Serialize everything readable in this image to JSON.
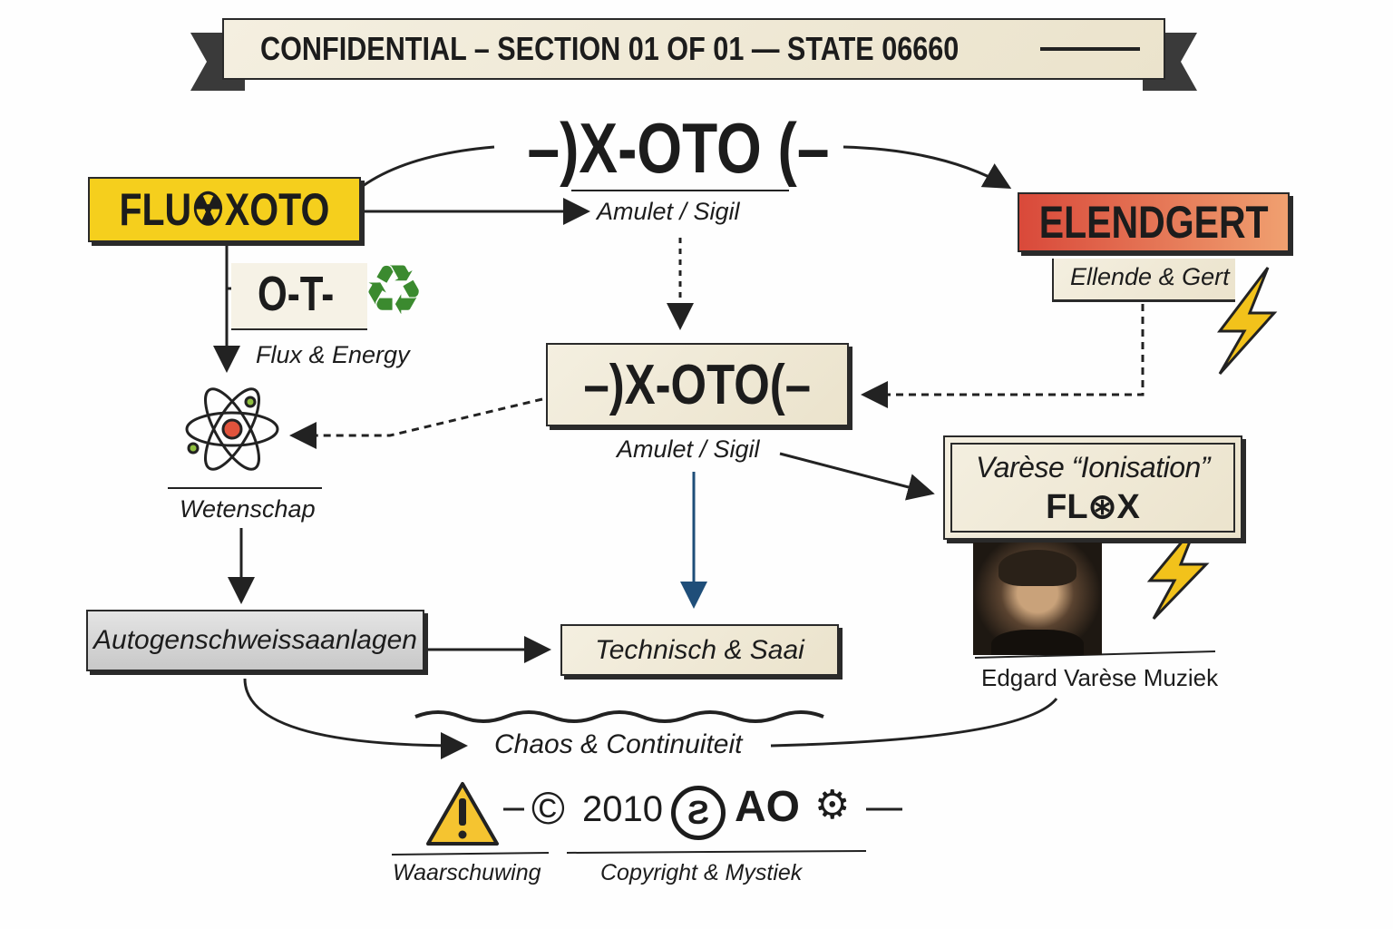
{
  "banner": {
    "text": "CONFIDENTIAL – SECTION 01 OF 01 — STATE 06660"
  },
  "top_title": {
    "text": "–)X-OTO (–",
    "caption": "Amulet / Sigil"
  },
  "fluxoto": {
    "prefix": "FLU",
    "suffix": "XOTO",
    "icon": "radiation-icon",
    "color": "#f5cf1d"
  },
  "elendgert": {
    "title": "ELENDGERT",
    "caption": "Ellende & Gert",
    "color": "#d9493a"
  },
  "ot": {
    "text": "O-T-",
    "icon": "recycle-icon",
    "caption": "Flux & Energy"
  },
  "center": {
    "title": "–)X-OTO(–",
    "caption": "Amulet / Sigil"
  },
  "science": {
    "icon": "atom-icon",
    "caption": "Wetenschap"
  },
  "autogen": {
    "label": "Autogenschweissaanlagen"
  },
  "technisch": {
    "label": "Technisch & Saai"
  },
  "varese": {
    "title": "Varèse “Ionisation”",
    "flox_prefix": "FL",
    "flox_suffix": "X",
    "caption": "Edgard Varèse Muziek"
  },
  "chaos": {
    "label": "Chaos & Continuiteit"
  },
  "footer": {
    "warning_label": "Waarschuwing",
    "copyright_symbol": "©",
    "year": "2010",
    "ao": "AO",
    "copyright_label": "Copyright & Mystiek"
  },
  "colors": {
    "arrow": "#222222",
    "blue_arrow": "#1f4e79",
    "lightning": "#f2c21b"
  }
}
